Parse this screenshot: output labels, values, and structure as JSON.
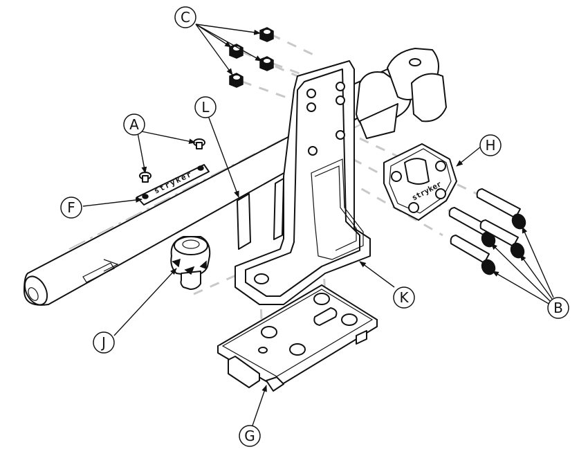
{
  "callouts": [
    {
      "id": "A",
      "label": "A"
    },
    {
      "id": "B",
      "label": "B"
    },
    {
      "id": "C",
      "label": "C"
    },
    {
      "id": "F",
      "label": "F"
    },
    {
      "id": "G",
      "label": "G"
    },
    {
      "id": "H",
      "label": "H"
    },
    {
      "id": "J",
      "label": "J"
    },
    {
      "id": "K",
      "label": "K"
    },
    {
      "id": "L",
      "label": "L"
    }
  ],
  "parts": {
    "nameplate_text": "stryker",
    "clamp_text": "stryker"
  },
  "colors": {
    "ink": "#111111",
    "centerline": "#c4c4c4",
    "background": "#ffffff"
  }
}
